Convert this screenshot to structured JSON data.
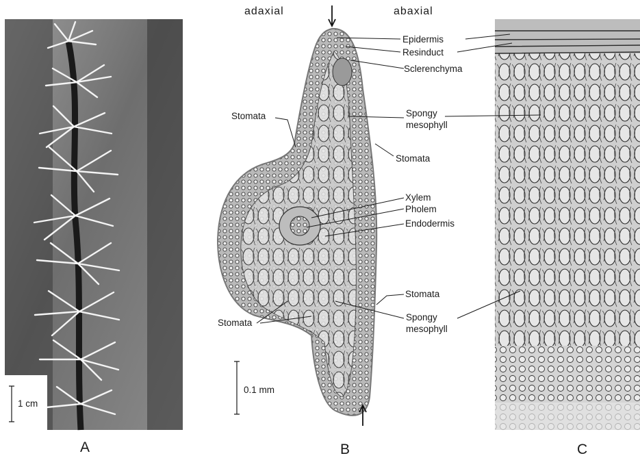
{
  "panels": {
    "a": {
      "letter": "A",
      "scale_label": "1 cm"
    },
    "b": {
      "letter": "B",
      "header_left": "adaxial",
      "header_right": "abaxial",
      "scale_label": "0.1 mm",
      "labels": {
        "epidermis": "Epidermis",
        "resinduct": "Resinduct",
        "sclerenchyma": "Sclerenchyma",
        "stomata_left_top": "Stomata",
        "spongy_top_1": "Spongy",
        "spongy_top_2": "mesophyll",
        "stomata_right_top": "Stomata",
        "xylem": "Xylem",
        "pholem": "Pholem",
        "endodermis": "Endodermis",
        "stomata_right_bottom": "Stomata",
        "stomata_left_bottom": "Stomata",
        "spongy_bottom_1": "Spongy",
        "spongy_bottom_2": "mesophyll"
      }
    },
    "c": {
      "letter": "C"
    }
  }
}
